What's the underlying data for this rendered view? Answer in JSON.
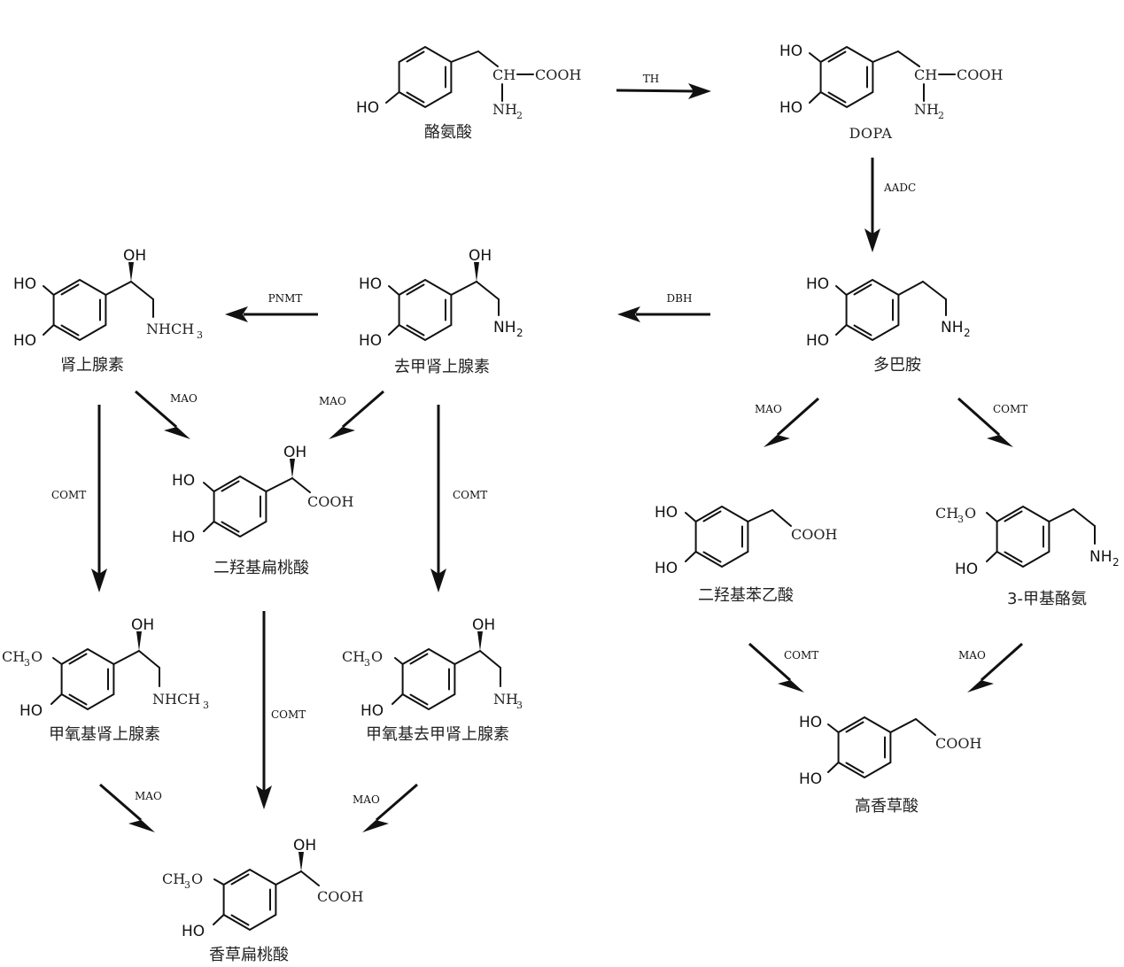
{
  "compounds": {
    "tyrosine": {
      "name": "酪氨酸",
      "ch": "CH",
      "cooh": "COOH",
      "nh": "NH",
      "sub2": "2",
      "ho": "HO"
    },
    "dopa": {
      "name": "DOPA",
      "ch": "CH",
      "cooh": "COOH",
      "nh": "NH",
      "sub2": "2",
      "ho": "HO"
    },
    "dopamine": {
      "name": "多巴胺",
      "ho": "HO",
      "nh2": "NH",
      "sub2": "2"
    },
    "norepinephrine": {
      "name": "去甲肾上腺素",
      "ho": "HO",
      "oh": "OH",
      "nh2": "NH",
      "sub2": "2"
    },
    "epinephrine": {
      "name": "肾上腺素",
      "ho": "HO",
      "oh": "OH",
      "nhch": "NHCH",
      "sub3": "3"
    },
    "dhma": {
      "name": "二羟基扁桃酸",
      "ho": "HO",
      "oh": "OH",
      "cooh": "COOH"
    },
    "dopac": {
      "name": "二羟基苯乙酸",
      "ho": "HO",
      "cooh": "COOH"
    },
    "methoxytyramine": {
      "name": "3-甲基酪氨",
      "ho": "HO",
      "ch3o": "CH",
      "sub3": "3",
      "o": "O",
      "nh2": "NH",
      "sub2": "2"
    },
    "metanephrine": {
      "name": "甲氧基肾上腺素",
      "ho": "HO",
      "oh": "OH",
      "ch3o": "CH",
      "sub3": "3",
      "o": "O",
      "nhch": "NHCH"
    },
    "normetanephrine": {
      "name": "甲氧基去甲肾上腺素",
      "ho": "HO",
      "oh": "OH",
      "ch3o": "CH",
      "sub3": "3",
      "o": "O",
      "nh": "NH"
    },
    "hva": {
      "name": "高香草酸",
      "ho": "HO",
      "cooh": "COOH"
    },
    "vma": {
      "name": "香草扁桃酸",
      "ho": "HO",
      "oh": "OH",
      "ch3o": "CH",
      "sub3": "3",
      "o": "O",
      "cooh": "COOH"
    }
  },
  "enzymes": {
    "th": "TH",
    "aadc": "AADC",
    "dbh": "DBH",
    "pnmt": "PNMT",
    "mao": "MAO",
    "comt": "COMT"
  }
}
